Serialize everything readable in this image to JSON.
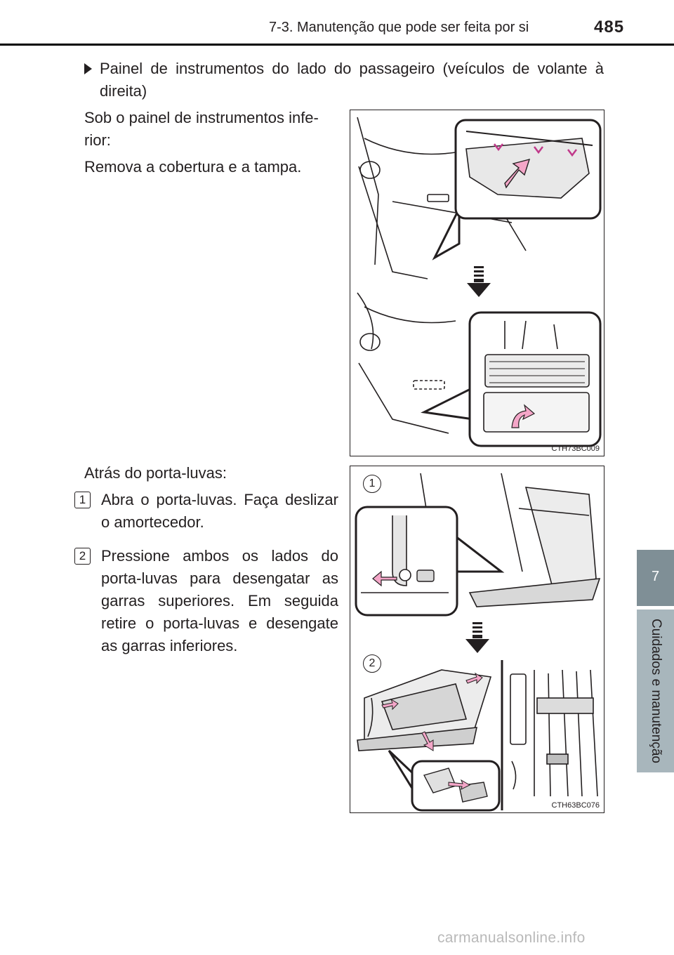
{
  "header": {
    "section": "7-3. Manutenção que pode ser feita por si",
    "page_number": "485"
  },
  "side_tab": {
    "chapter_number": "7",
    "chapter_title": "Cuidados e manutenção"
  },
  "bullet": {
    "text": "Painel de instrumentos do lado do passageiro (veículos de volante à direita)"
  },
  "section_lower_panel": {
    "heading": "Sob o painel de instrumentos infe-rior:",
    "instruction": "Remova a cobertura e a tampa."
  },
  "section_glovebox": {
    "heading": "Atrás do porta-luvas:",
    "steps": [
      {
        "number": "1",
        "text": "Abra o porta-luvas. Faça deslizar o amortecedor."
      },
      {
        "number": "2",
        "text": "Pressione ambos os lados do porta-luvas para desengatar as garras superiores. Em seguida retire o porta-luvas e desengate as garras inferiores."
      }
    ]
  },
  "figures": {
    "top_code": "CTH73BC009",
    "bottom_code": "CTH63BC076",
    "callout_1": "1",
    "callout_2": "2"
  },
  "colors": {
    "accent_arrow": "#f4a6c8",
    "tab_dark": "#7f8f96",
    "tab_light": "#a8b6bc"
  },
  "watermark": "carmanualsonline.info"
}
